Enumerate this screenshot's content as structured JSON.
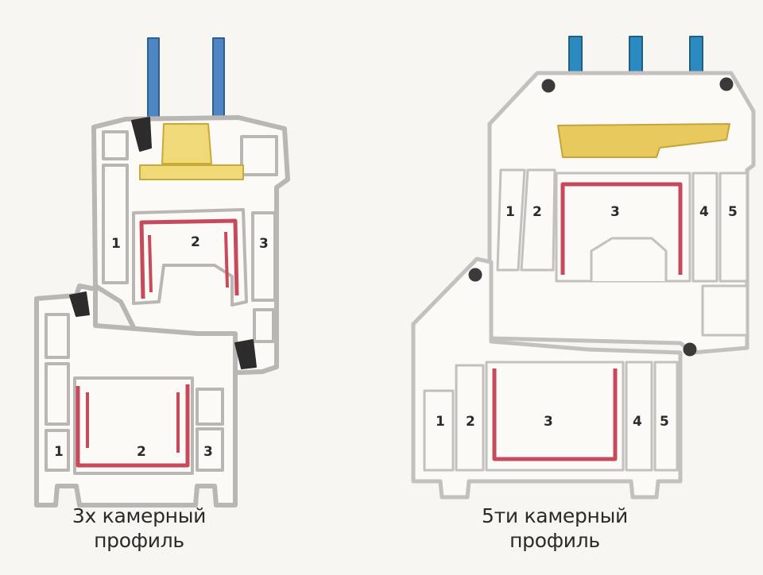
{
  "profiles": [
    {
      "caption_line1": "3х камерный",
      "caption_line2": "профиль",
      "chambers_top": [
        "1",
        "2",
        "3"
      ],
      "chambers_bottom": [
        "1",
        "2",
        "3"
      ]
    },
    {
      "caption_line1": "5ти камерный",
      "caption_line2": "профиль",
      "chambers_top": [
        "1",
        "2",
        "3",
        "4",
        "5"
      ],
      "chambers_bottom": [
        "1",
        "2",
        "3",
        "4",
        "5"
      ]
    }
  ],
  "colors": {
    "background": "#f7f6f1",
    "profile_outline": "#b9b6b3",
    "profile_fill": "#fbfaf7",
    "reinforcement": "#c74a5a",
    "glass": "#2e7ab6",
    "spacer": "#e6c75d",
    "seal": "#2c2c2c"
  }
}
